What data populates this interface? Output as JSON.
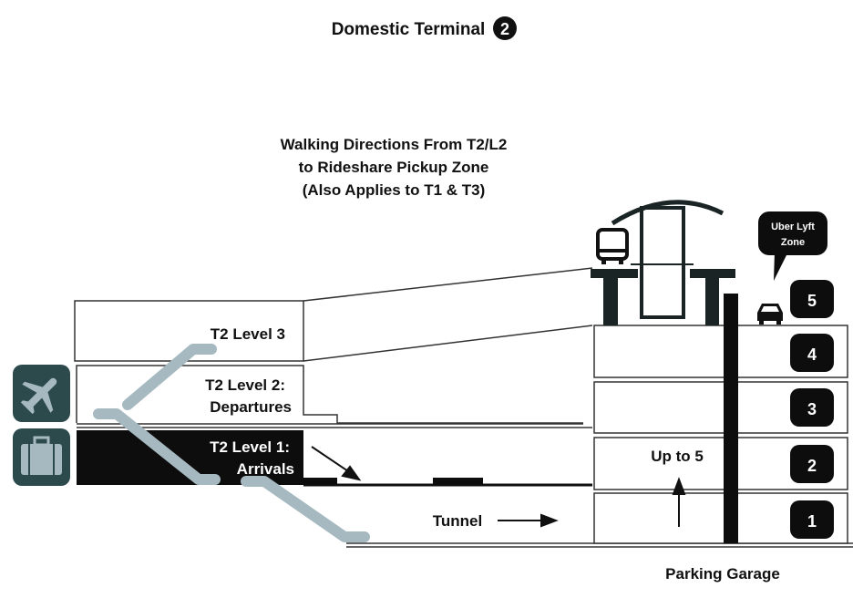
{
  "title": {
    "text": "Domestic Terminal",
    "badge": "2"
  },
  "subtitle": [
    "Walking Directions From T2/L2",
    "to Rideshare Pickup Zone",
    "(Also Applies to T1 & T3)"
  ],
  "terminal_levels": {
    "level3": "T2 Level 3",
    "level2": [
      "T2 Level 2:",
      "Departures"
    ],
    "level1": [
      "T2 Level 1:",
      "Arrivals"
    ]
  },
  "garage_levels": [
    "5",
    "4",
    "3",
    "2",
    "1"
  ],
  "rideshare_bubble": [
    "Uber Lyft",
    "Zone"
  ],
  "labels": {
    "up": "Up to 5",
    "tunnel": "Tunnel",
    "garage": "Parking Garage"
  },
  "icons": [
    "airplane-icon",
    "luggage-icon",
    "bus-icon",
    "car-icon"
  ],
  "colors": {
    "icon_tile": "#2c4a4c",
    "escalator": "#a6b9c0",
    "ink": "#111111"
  }
}
